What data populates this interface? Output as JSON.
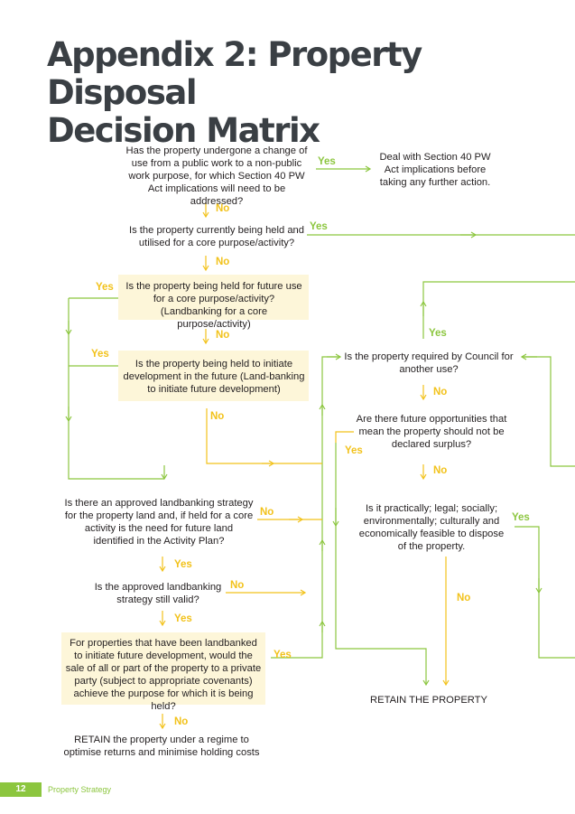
{
  "title_line1": "Appendix 2: Property Disposal",
  "title_line2": "Decision Matrix",
  "nodes": {
    "q1": "Has the property undergone a change of use from a public work to a non-public work purpose, for which Section 40 PW Act implications will need to be addressed?",
    "a1": "Deal with Section 40 PW Act implications before taking any further action.",
    "q2": "Is the property currently being held and utilised for a core purpose/activity?",
    "q3": "Is the property being held for future use for a core purpose/activity? (Landbanking for a core purpose/activity)",
    "q4": "Is the property being held to initiate development in the future (Land-banking to initiate future development)",
    "q5": "Is there an approved landbanking strategy for the property land and, if held for a core activity is the need for future land identified in the Activity Plan?",
    "q6": "Is the approved landbanking strategy still valid?",
    "q7": "For properties that have been landbanked to initiate future development, would the sale of all or part of the property to a private party (subject to appropriate covenants) achieve the purpose for which it is being held?",
    "r1": "Is the property required by Council for another use?",
    "r2": "Are there future opportunities that mean the property should not be declared surplus?",
    "r3": "Is it practically; legal; socially; environmentally; culturally and economically feasible to dispose of the property.",
    "retain1": "RETAIN THE PROPERTY",
    "retain2": "RETAIN the property under a regime to optimise returns and minimise holding costs"
  },
  "labels": {
    "yes": "Yes",
    "no": "No"
  },
  "footer": {
    "page": "12",
    "text": "Property Strategy"
  },
  "colors": {
    "green": "#8cc63f",
    "yellow": "#f2c21b",
    "box_fill": "#fdf6d9",
    "title": "#3a3f44"
  }
}
